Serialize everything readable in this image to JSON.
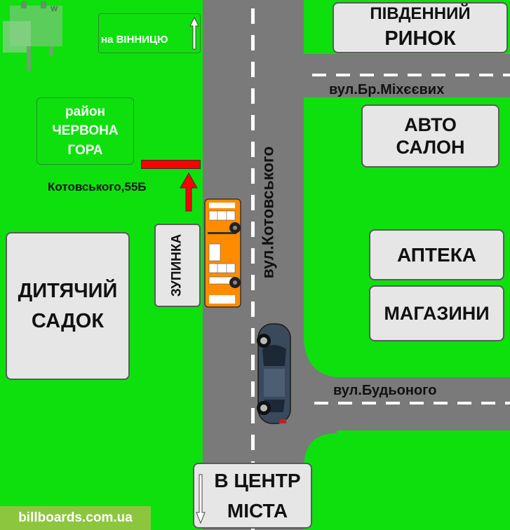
{
  "labels": {
    "pivdennyi_rynok": [
      "ПІВДЕННИЙ",
      "РИНОК"
    ],
    "na_vinnytsiu": "на ВІННИЦЮ",
    "raion_chervona_gora": [
      "район",
      "ЧЕРВОНА",
      "ГОРА"
    ],
    "stop_address": "Котовського,55Б",
    "zupynka": "ЗУПИНКА",
    "dytiachyi_sadok": [
      "ДИТЯЧИЙ",
      "САДОК"
    ],
    "avto_salon": [
      "АВТО",
      "САЛОН"
    ],
    "apteka": "АПТЕКА",
    "magazyny": "МАГАЗИНИ",
    "v_tsentr_mista": [
      "В ЦЕНТР",
      "МІСТА"
    ],
    "watermark": "billboards.com.ua"
  },
  "streets": {
    "main": "вул.Котовського",
    "top_right": "вул.Бр.Міхєєвих",
    "bottom_right": "вул.Будьоного"
  },
  "colors": {
    "grass": "#0ee00e",
    "road": "#7a7a7a",
    "billboard": "#ff0000",
    "bus": "#ff8c00",
    "car": "#3a4a5c"
  },
  "icons": [
    "up-arrow-icon",
    "down-arrow-icon",
    "red-up-arrow-icon",
    "bus-icon",
    "car-icon",
    "logo-icon"
  ]
}
